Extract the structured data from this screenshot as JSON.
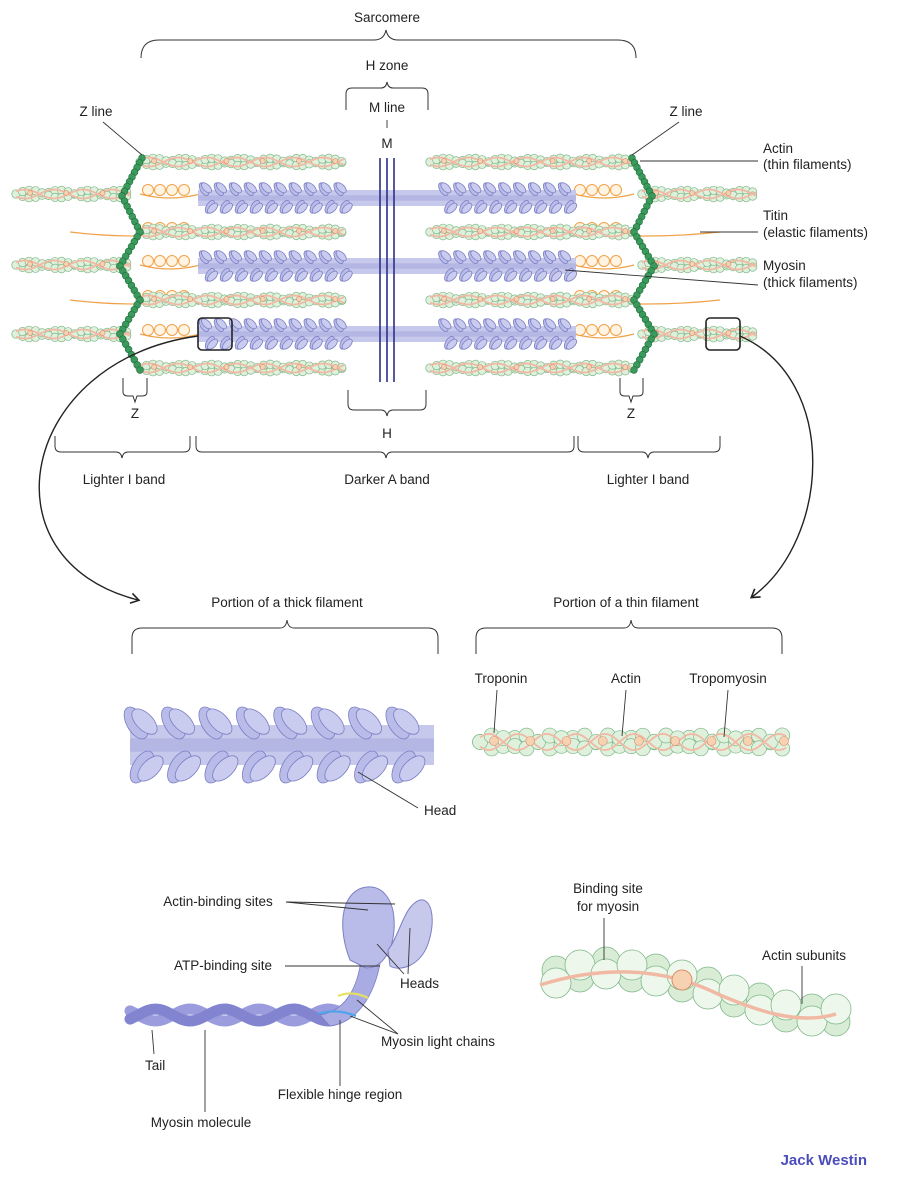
{
  "labels": {
    "sarcomere": "Sarcomere",
    "h_zone": "H zone",
    "m_line": "M line",
    "m": "M",
    "z_line_left": "Z line",
    "z_line_right": "Z line",
    "actin": "Actin",
    "actin_sub": "(thin filaments)",
    "titin": "Titin",
    "titin_sub": "(elastic filaments)",
    "myosin": "Myosin",
    "myosin_sub": "(thick filaments)",
    "z_left": "Z",
    "z_right": "Z",
    "h": "H",
    "lighter_i_band_left": "Lighter I band",
    "darker_a_band": "Darker A band",
    "lighter_i_band_right": "Lighter I band",
    "thick_portion": "Portion of a thick filament",
    "thin_portion": "Portion of a thin filament",
    "troponin": "Troponin",
    "actin_detail": "Actin",
    "tropomyosin": "Tropomyosin",
    "head": "Head",
    "actin_binding_sites": "Actin-binding sites",
    "atp_binding_site": "ATP-binding site",
    "heads": "Heads",
    "myosin_light_chains": "Myosin light chains",
    "tail": "Tail",
    "flexible_hinge_region": "Flexible hinge region",
    "myosin_molecule": "Myosin molecule",
    "binding_site_line1": "Binding site",
    "binding_site_line2": "for myosin",
    "actin_subunits": "Actin subunits",
    "brand": "Jack Westin"
  },
  "colors": {
    "actin_bead": "#dff0dc",
    "actin_bead_stroke": "#7fb889",
    "tropomyosin": "#f1b9a3",
    "troponin": "#f6d2b2",
    "titin": "#f0a24a",
    "z_line": "#3a9a5c",
    "myosin_fill": "#c6c8ec",
    "myosin_stroke": "#7c7fc4",
    "m_line": "#2a2f86",
    "brand": "#4b4dbd"
  }
}
